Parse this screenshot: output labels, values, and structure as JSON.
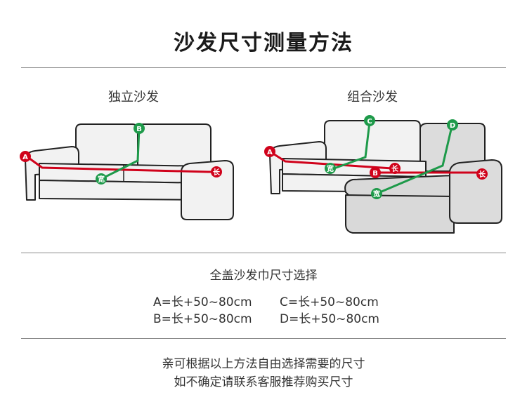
{
  "header": {
    "title": "沙发尺寸测量方法"
  },
  "diagrams": {
    "single": {
      "label": "独立沙发",
      "markers": {
        "a": "A",
        "b": "B",
        "width": "宽",
        "length": "长"
      }
    },
    "combo": {
      "label": "组合沙发",
      "markers": {
        "a": "A",
        "b": "B",
        "c": "C",
        "d": "D",
        "width1": "宽",
        "length1": "长",
        "width2": "宽",
        "length2": "长"
      }
    }
  },
  "sizes": {
    "title": "全盖沙发巾尺寸选择",
    "formulas": [
      "A=长+50~80cm",
      "B=长+50~80cm",
      "C=长+50~80cm",
      "D=长+50~80cm"
    ]
  },
  "notes": [
    "亲可根据以上方法自由选择需要的尺寸",
    "如不确定请联系客服推荐购买尺寸"
  ],
  "colors": {
    "measure_red": "#d0021b",
    "measure_green": "#1e9a4a",
    "rule": "#8a8a8a"
  }
}
